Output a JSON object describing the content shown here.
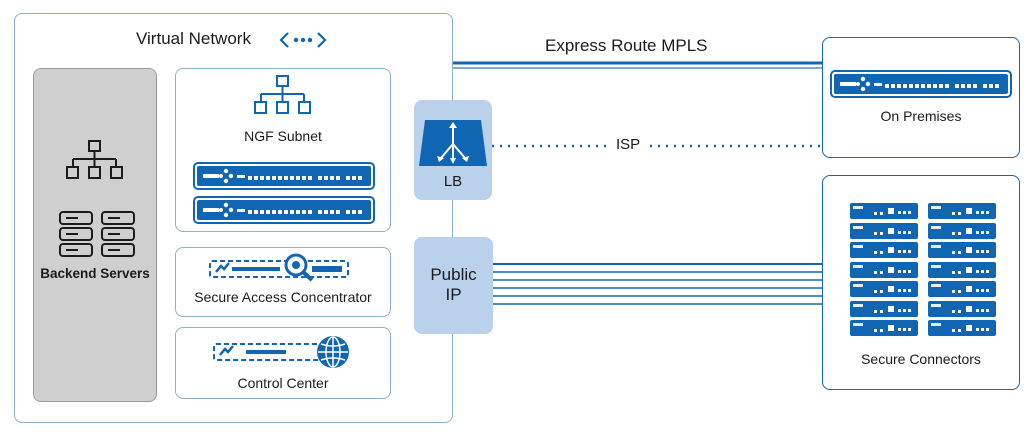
{
  "vnet": {
    "title": "Virtual Network"
  },
  "backend": {
    "label": "Backend Servers"
  },
  "ngf": {
    "label": "NGF Subnet"
  },
  "sac": {
    "label": "Secure Access Concentrator"
  },
  "cc": {
    "label": "Control Center"
  },
  "lb": {
    "label": "LB"
  },
  "publicip": {
    "label_line1": "Public",
    "label_line2": "IP"
  },
  "links": {
    "express_route": "Express Route MPLS",
    "isp": "ISP"
  },
  "onprem": {
    "label": "On Premises"
  },
  "connectors": {
    "label": "Secure Connectors"
  },
  "colors": {
    "accent": "#1166b3",
    "light_blue": "#b9d1ea",
    "gray_panel": "#cfcfcf"
  }
}
